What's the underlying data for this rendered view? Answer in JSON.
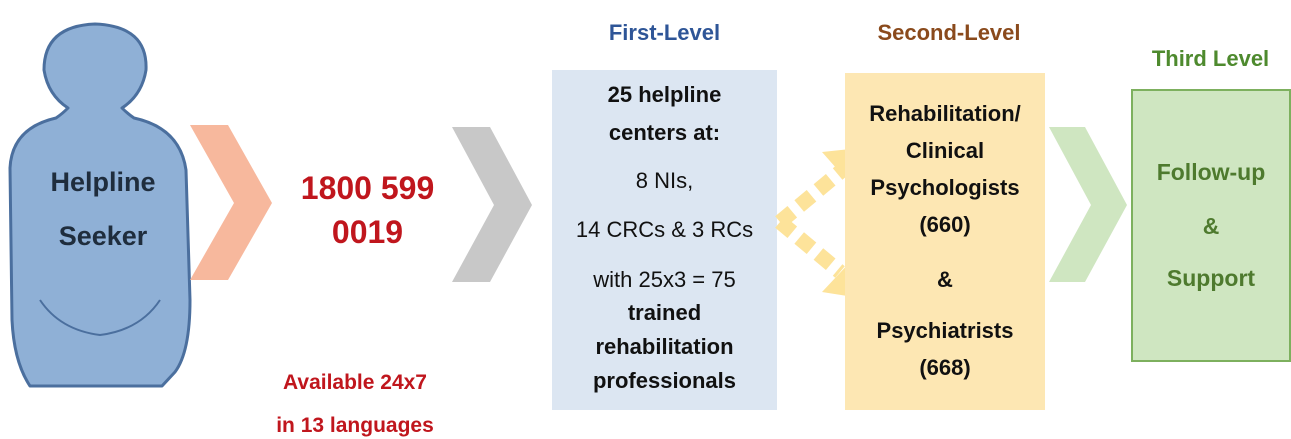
{
  "seeker": {
    "line1": "Helpline",
    "line2": "Seeker"
  },
  "phone": {
    "line1": "1800 599",
    "line2": "0019"
  },
  "availability": {
    "line1": "Available 24x7",
    "line2": "in 13 languages"
  },
  "levels": {
    "first": {
      "title": "First-Level",
      "lines": [
        "25 helpline",
        "centers at:",
        "8 NIs,",
        "14 CRCs & 3 RCs",
        "with 25x3 = 75",
        "trained",
        "rehabilitation",
        "professionals"
      ]
    },
    "second": {
      "title": "Second-Level",
      "lines": [
        "Rehabilitation/",
        "Clinical",
        "Psychologists",
        "(660)",
        "&",
        "Psychiatrists",
        "(668)"
      ]
    },
    "third": {
      "title": "Third Level",
      "lines": [
        "Follow-up",
        "&",
        "Support"
      ]
    }
  },
  "colors": {
    "person_fill": "#8fb0d6",
    "person_stroke": "#4b6f9e",
    "chevron_orange": "#f7b89d",
    "chevron_gray": "#c8c8c8",
    "chevron_green": "#cfe6c1",
    "arrow_yellow": "#fde39a",
    "phone_red": "#c0161d"
  }
}
